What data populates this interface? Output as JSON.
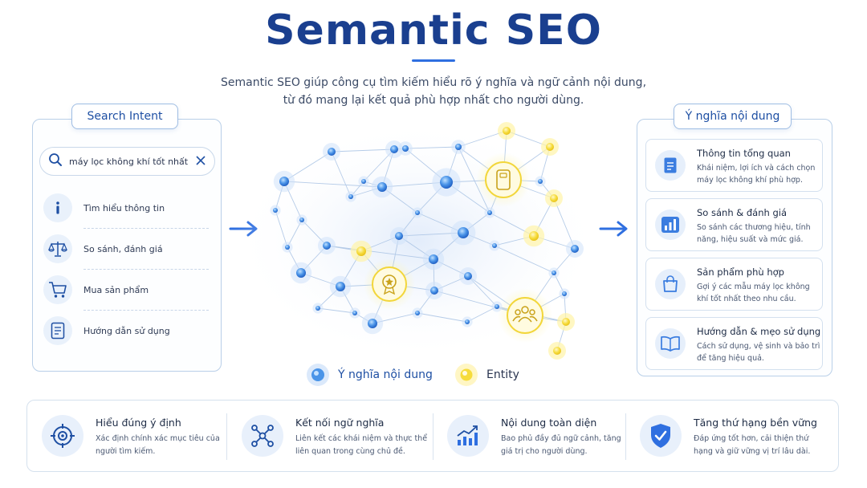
{
  "header": {
    "title": "Semantic SEO",
    "subtitle_line1": "Semantic SEO giúp công cụ tìm kiếm hiểu rõ ý nghĩa và ngữ cảnh nội dung,",
    "subtitle_line2": "từ đó mang lại kết quả phù hợp nhất cho người dùng."
  },
  "search_intent": {
    "title": "Search Intent",
    "search_value": "máy lọc không khí tốt nhất",
    "items": [
      {
        "label": "Tìm hiểu thông tin",
        "icon": "info-icon"
      },
      {
        "label": "So sánh, đánh giá",
        "icon": "scale-icon"
      },
      {
        "label": "Mua sản phẩm",
        "icon": "cart-icon"
      },
      {
        "label": "Hướng dẫn sử dụng",
        "icon": "document-icon"
      }
    ]
  },
  "content_meaning": {
    "title": "Ý nghĩa nội dung",
    "items": [
      {
        "title": "Thông tin tổng quan",
        "desc": "Khái niệm, lợi ích và cách chọn máy lọc không khí phù hợp.",
        "icon": "document-icon"
      },
      {
        "title": "So sánh & đánh giá",
        "desc": "So sánh các thương hiệu, tính năng, hiệu suất và mức giá.",
        "icon": "bar-chart-icon"
      },
      {
        "title": "Sản phẩm phù hợp",
        "desc": "Gợi ý các mẫu máy lọc không khí tốt nhất theo nhu cầu.",
        "icon": "shopping-bag-icon"
      },
      {
        "title": "Hướng dẫn & mẹo sử dụng",
        "desc": "Cách sử dụng, vệ sinh và bảo trì để tăng hiệu quả.",
        "icon": "book-icon"
      }
    ]
  },
  "legend": {
    "meaning": "Ý nghĩa nội dung",
    "entity": "Entity"
  },
  "colors": {
    "primary": "#1a3f8f",
    "accent": "#2f6fe0",
    "node_blue": "#3f8ee6",
    "node_yellow": "#f5d63a"
  },
  "features": [
    {
      "title": "Hiểu đúng ý định",
      "desc": "Xác định chính xác mục tiêu của người tìm kiếm.",
      "icon": "target-icon"
    },
    {
      "title": "Kết nối ngữ nghĩa",
      "desc": "Liên kết các khái niệm và thực thể liên quan trong cùng chủ đề.",
      "icon": "network-icon"
    },
    {
      "title": "Nội dung toàn diện",
      "desc": "Bao phủ đầy đủ ngữ cảnh, tăng giá trị cho người dùng.",
      "icon": "growth-chart-icon"
    },
    {
      "title": "Tăng thứ hạng bền vững",
      "desc": "Đáp ứng tốt hơn, cải thiện thứ hạng và giữ vững vị trí lâu dài.",
      "icon": "shield-check-icon"
    }
  ]
}
